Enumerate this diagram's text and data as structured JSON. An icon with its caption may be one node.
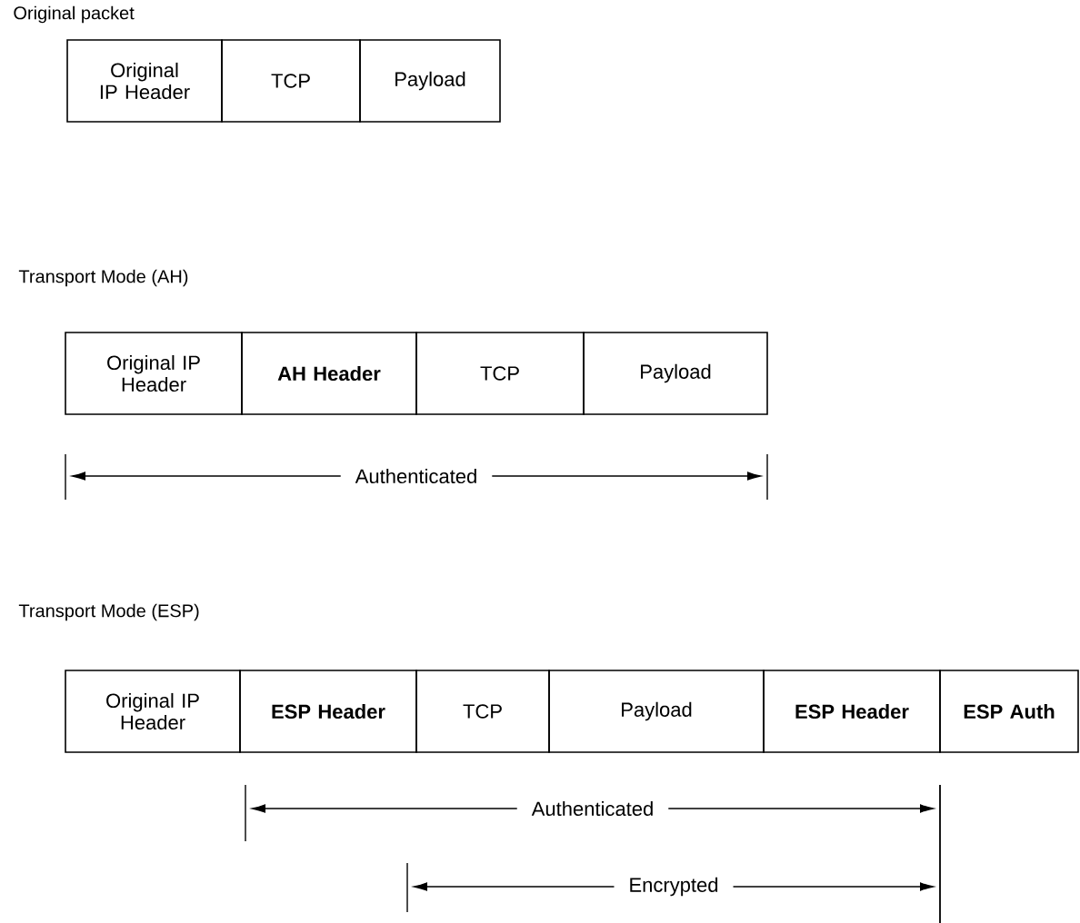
{
  "diagram": {
    "nodes": [
      {
        "text": [
          "Original IP Header"
        ]
      },
      {
        "text": [
          "TCP"
        ]
      },
      {
        "text": [
          "Payload"
        ]
      },
      {
        "text": [
          "Original IP Header"
        ]
      },
      {
        "text": [
          "AH Header"
        ]
      },
      {
        "text": [
          "TCP"
        ]
      },
      {
        "text": [
          "Payload"
        ]
      },
      {
        "text": [
          "Original IP Header"
        ]
      },
      {
        "text": [
          "ESP Header"
        ]
      },
      {
        "text": [
          "TCP"
        ]
      },
      {
        "text": [
          "Payload"
        ]
      },
      {
        "text": [
          "ESP Header"
        ]
      },
      {
        "text": [
          "ESP Auth"
        ]
      }
    ],
    "labels": [
      "Original packet",
      "Transport Mode (AH)",
      "Authenticated",
      "Transport Mode (ESP)",
      "Authenticated",
      "Encrypted"
    ]
  }
}
